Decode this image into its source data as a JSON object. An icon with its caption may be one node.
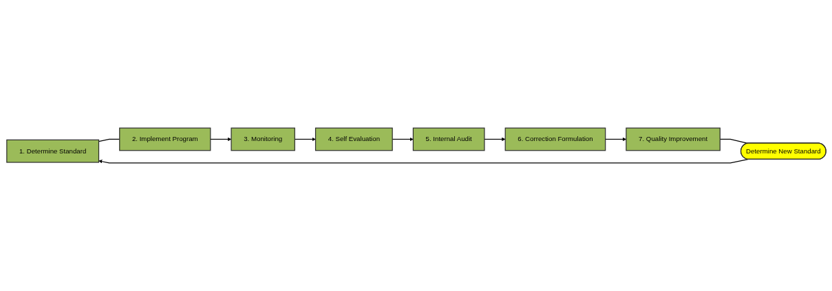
{
  "diagram": {
    "nodes": [
      {
        "text": [
          "1. Determine Standard"
        ]
      },
      {
        "text": [
          "2. Implement Program"
        ]
      },
      {
        "text": [
          "3. Monitoring"
        ]
      },
      {
        "text": [
          "Determine New Standard"
        ]
      },
      {
        "text": [
          "7. Quality Improvement"
        ]
      },
      {
        "text": [
          "6. Correction Formulation"
        ]
      },
      {
        "text": [
          "5. Internal Audit"
        ]
      },
      {
        "text": [
          "4. Self Evaluation"
        ]
      }
    ],
    "edges": [
      {
        "from": 0,
        "to": 1,
        "arrow": "none"
      },
      {
        "from": 1,
        "to": 2,
        "arrow": "to"
      },
      {
        "from": 2,
        "to": 7,
        "arrow": "to"
      },
      {
        "from": 7,
        "to": 6,
        "arrow": "to"
      },
      {
        "from": 6,
        "to": 5,
        "arrow": "to"
      },
      {
        "from": 5,
        "to": 4,
        "arrow": "to"
      },
      {
        "from": 4,
        "to": 3,
        "arrow": "none"
      },
      {
        "from": 3,
        "to": 0,
        "arrow": "to"
      }
    ]
  }
}
